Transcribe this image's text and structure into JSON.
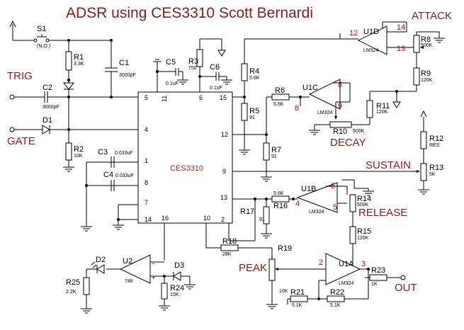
{
  "title": "ADSR using CES3310    Scott Bernardi",
  "labels": {
    "trig": "TRIG",
    "gate": "GATE",
    "attack": "ATTACK",
    "decay": "DECAY",
    "sustain": "SUSTAIN",
    "release": "RELEASE",
    "peak": "PEAK",
    "out": "OUT"
  },
  "chip": {
    "name": "CES3310",
    "pins": [
      "5",
      "11",
      "6",
      "15",
      "4",
      "12",
      "1",
      "9",
      "8",
      "13",
      "7",
      "14",
      "16",
      "10",
      "2"
    ]
  },
  "components": {
    "S1": "S1",
    "S1_note": "(N.O.)",
    "R1": "R1",
    "R1_val": "3.3K",
    "C1": "C1",
    "C1_val": "3000pF",
    "C2": "C2",
    "C2_val": "3000pF",
    "D1": "D1",
    "R2": "R2",
    "R2_val": "10K",
    "C5": "C5",
    "C5_val": "0.1uF",
    "R3": "R3",
    "R3_val": "750",
    "C6": "C6",
    "C6_val": "0.1uF",
    "R4": "R4",
    "R4_val": "5.6K",
    "R5": "R5",
    "R5_val": "91",
    "R6": "R6",
    "R6_val": "5.6K",
    "R7": "R7",
    "R7_val": "91",
    "C3": "C3",
    "C3_val": "0.033uF",
    "C4": "C4",
    "C4_val": "0.033uF",
    "R8": "R8",
    "R8_val": "500K",
    "R9": "R9",
    "R9_val": "120K",
    "R10": "R10",
    "R10_val": "500K",
    "R11": "R11",
    "R11_val": "120K",
    "R12": "R12",
    "R12_val": "RES",
    "R13": "R13",
    "R13_val": "5K",
    "R14": "R14",
    "R14_val": "500K",
    "R15": "R15",
    "R15_val": "120K",
    "R16": "R16",
    "R16_val": "5.6K",
    "R17": "R17",
    "R17_val": "91",
    "R18": "R18",
    "R18_val": "28K",
    "R19": "R19",
    "R19_val": "10K",
    "R21": "R21",
    "R21_val": "5.1K",
    "R22": "R22",
    "R22_val": "5.1K",
    "R23": "R23",
    "R23_val": "1K",
    "R24": "R24",
    "R24_val": "15K",
    "R25": "R25",
    "R25_val": "2.2K",
    "D2": "D2",
    "D3": "D3",
    "U1A": "U1A",
    "U1A_part": "LM324",
    "U1B": "U1B",
    "U1B_part": "LM324",
    "U1C": "U1C",
    "U1C_part": "LM324",
    "U1D": "U1D",
    "U1D_part": "LM324",
    "U2": "U2",
    "U2_part": "748"
  },
  "opamp_pins": {
    "U1D_in": "12",
    "U1D_out": "13",
    "U1D_top": "14",
    "U1C_in": "8",
    "U1C_top": "8",
    "U1C_out": "9",
    "U1B_in": "4",
    "U1B_top": "6",
    "U1B_out": "5",
    "U1A_in": "2",
    "U1A_out": "3"
  }
}
